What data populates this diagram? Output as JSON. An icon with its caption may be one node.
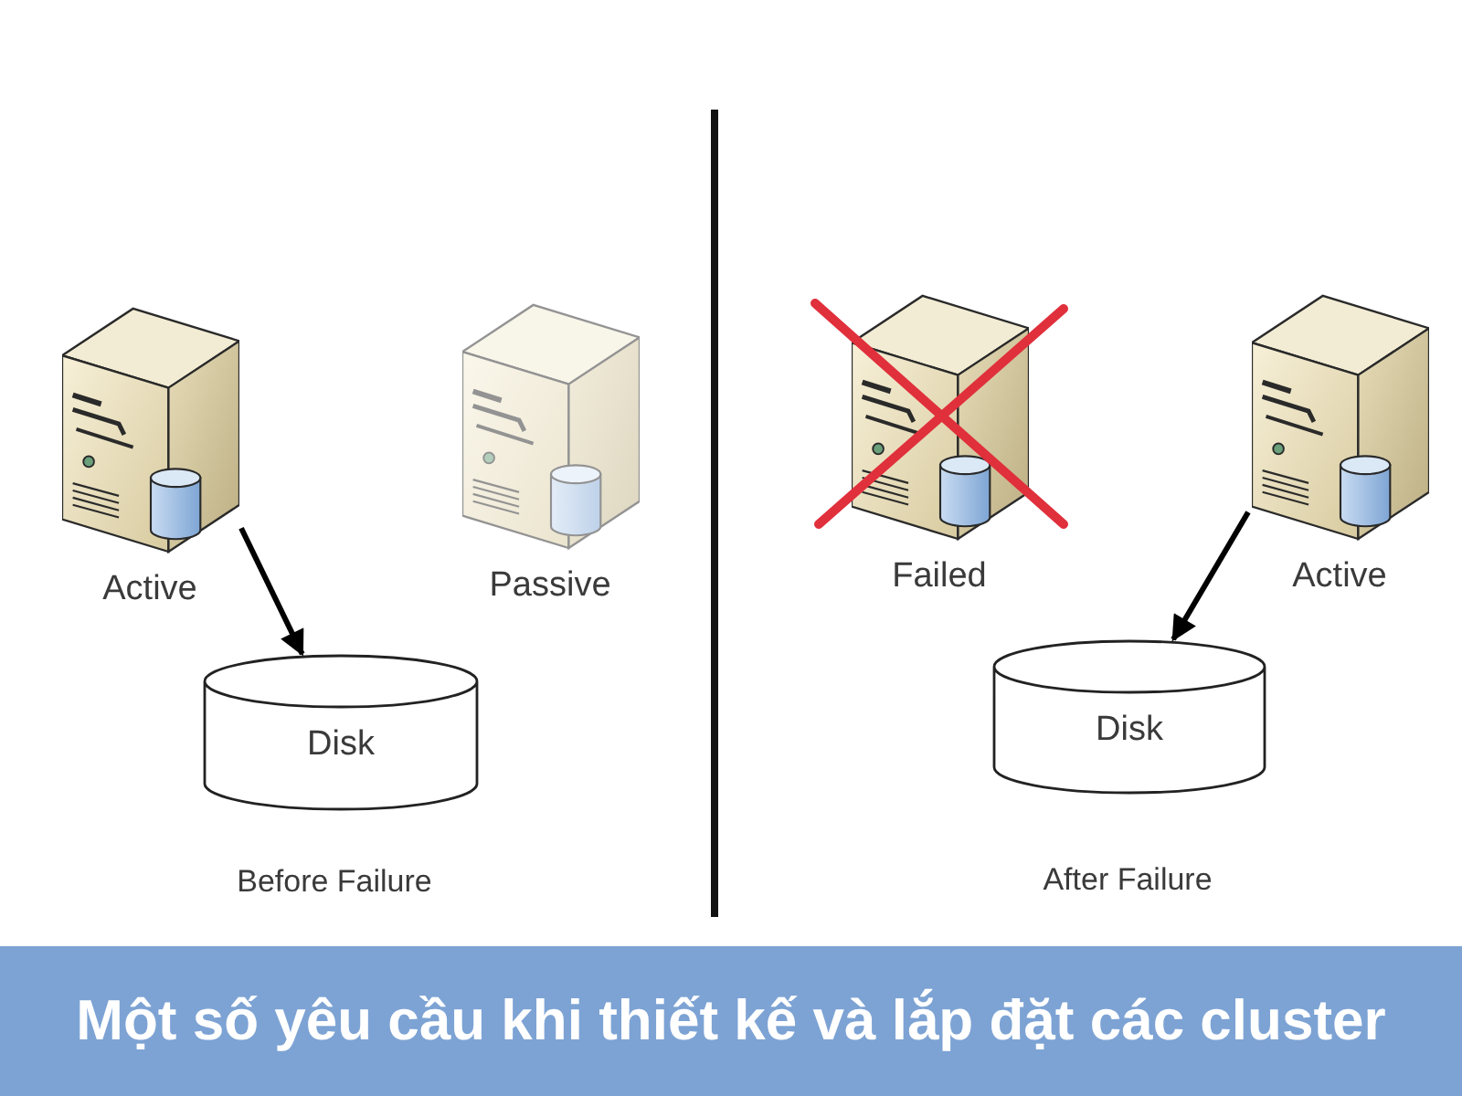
{
  "diagram": {
    "caption": "Một số yêu cầu khi thiết kế và lắp đặt các cluster",
    "nodes": [
      {
        "text": [
          "Active"
        ]
      },
      {
        "text": [
          "Passive"
        ]
      },
      {
        "text": [
          "Disk"
        ]
      },
      {
        "text": [
          "Failed"
        ]
      },
      {
        "text": [
          "Active"
        ]
      },
      {
        "text": [
          "Disk"
        ]
      }
    ],
    "edges": [
      {
        "from": 0,
        "to": 2,
        "arrow": "to"
      },
      {
        "from": 4,
        "to": 5,
        "arrow": "to"
      }
    ],
    "labels": [
      "Before Failure",
      "After Failure"
    ]
  }
}
